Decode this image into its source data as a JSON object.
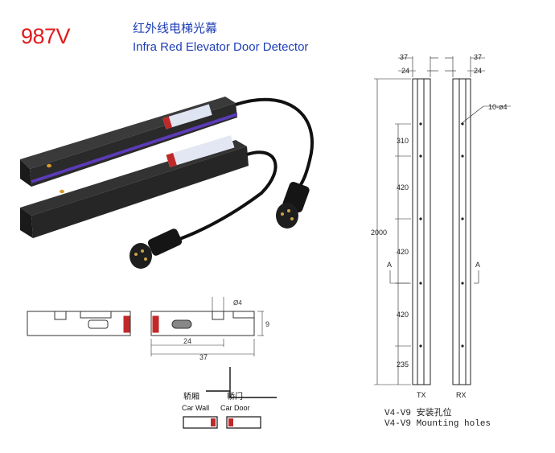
{
  "header": {
    "model": "987V",
    "title_cn": "红外线电梯光幕",
    "title_en": "Infra Red Elevator Door Detector"
  },
  "colors": {
    "accent_red": "#e01c1c",
    "title_blue": "#1f3fb5",
    "label_blue": "#1a3f9e",
    "led_purple": "#5b3bb8"
  },
  "cross_section": {
    "dim_hole": "Ø4",
    "dim_width_inner": "24",
    "dim_width_outer": "37",
    "dim_height": "9"
  },
  "installation": {
    "car_wall_cn": "轿厢",
    "car_wall_en": "Car Wall",
    "car_door_cn": "轿门",
    "car_door_en": "Car Door"
  },
  "drawing": {
    "top_dim_left": "37",
    "top_dim_left_inner": "24",
    "top_dim_right": "37",
    "top_dim_right_inner": "24",
    "hole_callout": "10-ø4",
    "total_height": "2000",
    "seg1": "310",
    "seg2": "420",
    "seg3": "420",
    "seg4": "420",
    "seg5": "235",
    "section_left": "A",
    "section_right": "A",
    "label_tx": "TX",
    "label_rx": "RX",
    "note_cn": "V4-V9 安装孔位",
    "note_en": "V4-V9  Mounting holes"
  }
}
